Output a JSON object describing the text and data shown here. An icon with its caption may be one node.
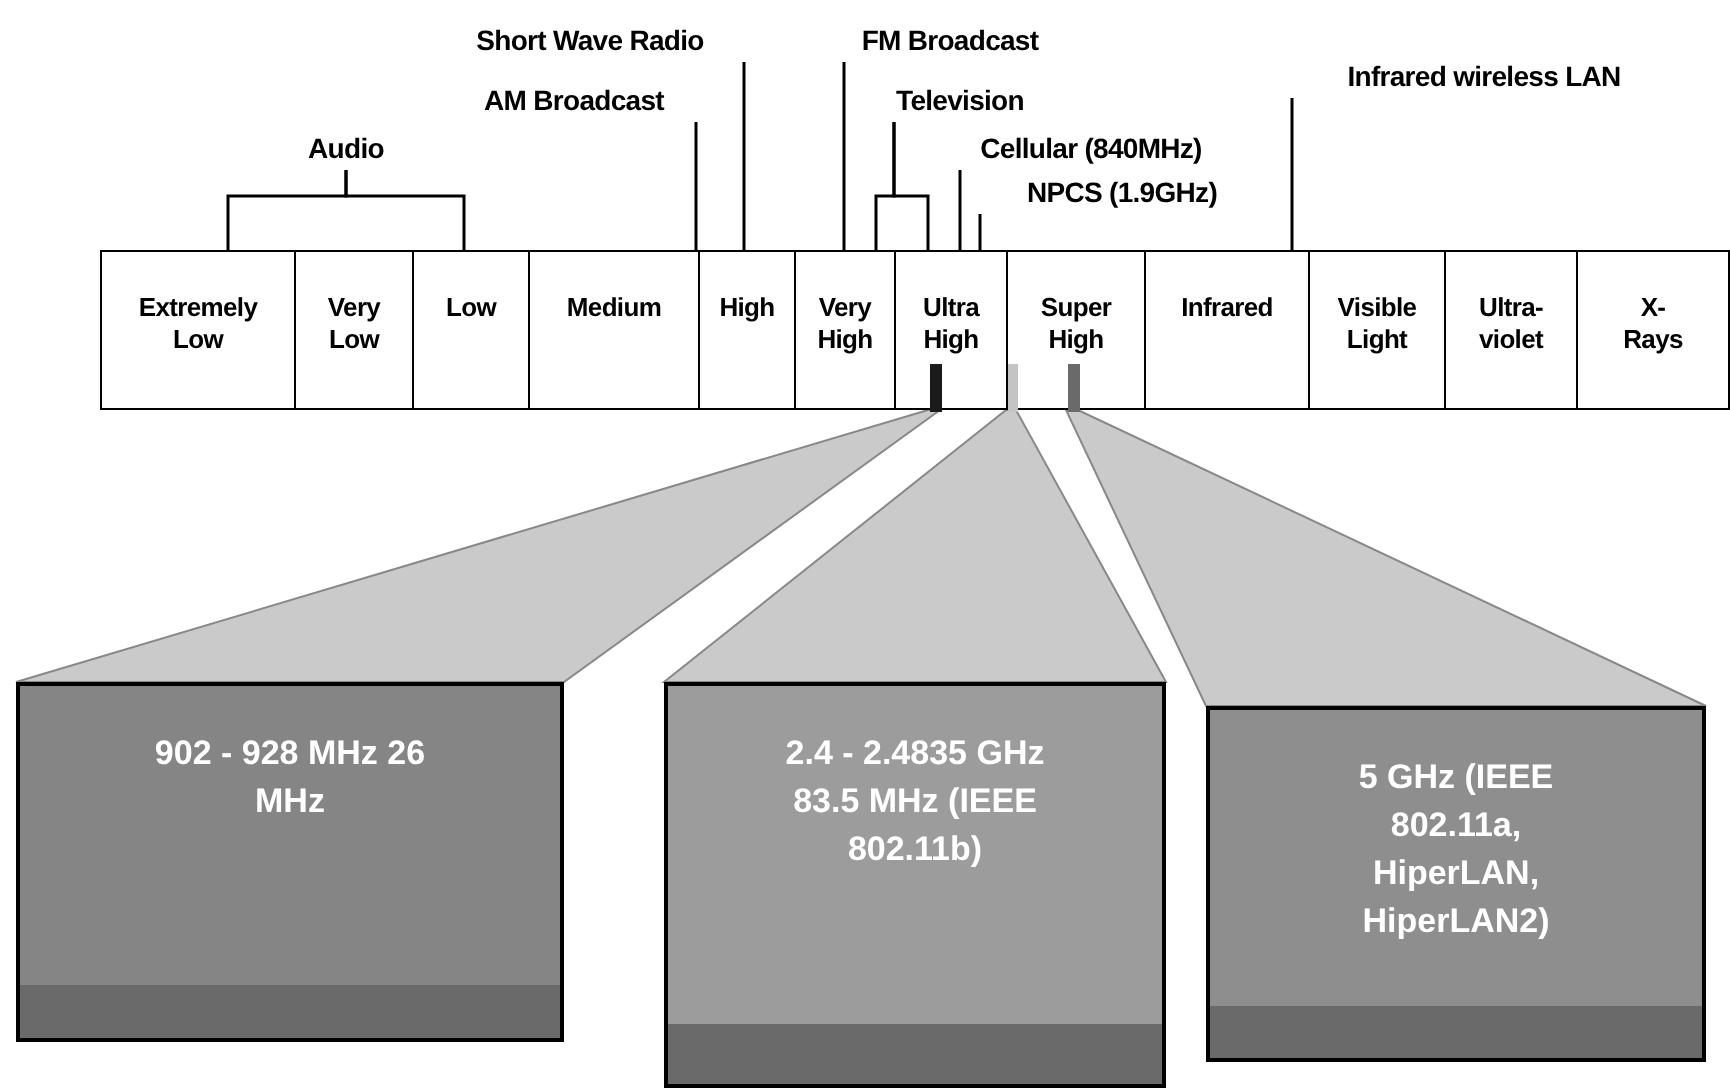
{
  "diagram": {
    "nodes": [
      {
        "text": [
          "Extremely Low"
        ]
      },
      {
        "text": [
          "Very Low"
        ]
      },
      {
        "text": [
          "Low"
        ]
      },
      {
        "text": [
          "Medium"
        ]
      },
      {
        "text": [
          "High"
        ]
      },
      {
        "text": [
          "Very High"
        ]
      },
      {
        "text": [
          "Ultra High"
        ]
      },
      {
        "text": [
          "Super High"
        ]
      },
      {
        "text": [
          "Infrared"
        ]
      },
      {
        "text": [
          "Visible Light"
        ]
      },
      {
        "text": [
          "Ultra- violet"
        ]
      },
      {
        "text": [
          "X-Rays"
        ]
      },
      {
        "text": [],
        "shape": "bar",
        "in": 6
      },
      {
        "text": [],
        "shape": "bar",
        "in": 7
      },
      {
        "text": [],
        "shape": "bar",
        "in": 7
      },
      {
        "text": [
          "902 - 928 MHz 26 MHz"
        ]
      },
      {
        "text": [
          "2.4 - 2.4835 GHz 83.5 MHz (IEEE 802.11b)"
        ]
      },
      {
        "text": [
          "5 GHz (IEEE 802.11a, HiperLAN, HiperLAN2)"
        ]
      },
      {
        "text": [
          "Short Wave Radio"
        ]
      },
      {
        "text": [
          "FM Broadcast"
        ]
      },
      {
        "text": [
          "AM Broadcast"
        ]
      },
      {
        "text": [
          "Television"
        ]
      },
      {
        "text": [
          "Infrared wireless LAN"
        ]
      },
      {
        "text": [
          "Audio"
        ]
      },
      {
        "text": [
          "Cellular (840MHz)"
        ]
      },
      {
        "text": [
          "NPCS (1.9GHz)"
        ]
      }
    ],
    "edges": [
      {
        "from": 18,
        "to": 4,
        "arrow": "none"
      },
      {
        "from": 19,
        "to": 5,
        "arrow": "none"
      },
      {
        "from": 20,
        "to": 3,
        "arrow": "none"
      },
      {
        "from": 21,
        "to": 5,
        "arrow": "none"
      },
      {
        "from": 21,
        "to": 6,
        "arrow": "none"
      },
      {
        "from": 22,
        "to": 8,
        "arrow": "none"
      },
      {
        "from": 23,
        "to": 0,
        "arrow": "none"
      },
      {
        "from": 23,
        "to": 2,
        "arrow": "none"
      },
      {
        "from": 24,
        "to": 6,
        "arrow": "none"
      },
      {
        "from": 25,
        "to": 6,
        "arrow": "none"
      },
      {
        "from": 12,
        "to": 15,
        "arrow": "none"
      },
      {
        "from": 13,
        "to": 16,
        "arrow": "none"
      },
      {
        "from": 14,
        "to": 17,
        "arrow": "none"
      }
    ]
  }
}
